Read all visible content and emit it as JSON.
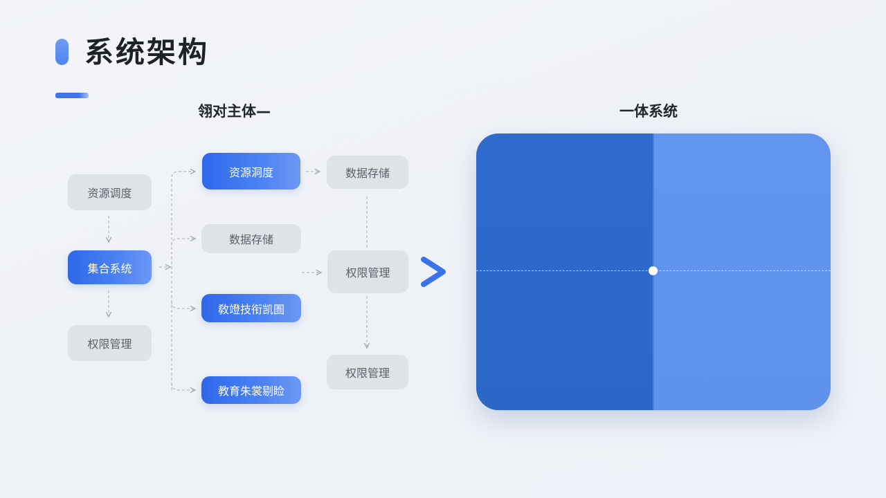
{
  "header": {
    "title": "系统架构"
  },
  "sections": {
    "left_title": "翎对主体—",
    "right_title": "一体系统"
  },
  "left_column": [
    {
      "label": "资源调度"
    },
    {
      "label": "集合系统"
    },
    {
      "label": "权限管理"
    }
  ],
  "middle_column": [
    {
      "label": "资源洞度"
    },
    {
      "label": "数据存储"
    },
    {
      "label": "敎竳技衔凯圄"
    },
    {
      "label": "教育朱裳剔睑"
    }
  ],
  "right_column": [
    {
      "label": "数据存储"
    },
    {
      "label": "权限管理"
    },
    {
      "label": "权限管理"
    }
  ],
  "colors": {
    "accent_blue": "#2e68ea",
    "panel_dark": "#2f6acd",
    "panel_light": "#6296ee",
    "node_gray": "#dfe2e7"
  },
  "icons": {
    "arrow": "chevron-right-icon"
  }
}
